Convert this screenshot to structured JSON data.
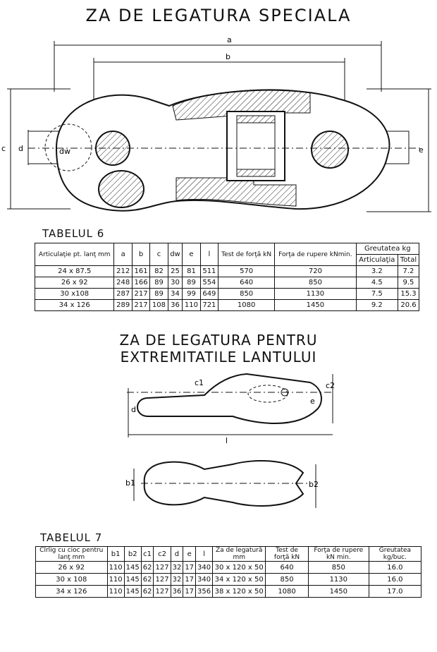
{
  "title_main": "ZA DE LEGATURA SPECIALA",
  "diagram1": {
    "a": "a",
    "b": "b",
    "c": "c",
    "d": "d",
    "e": "e",
    "dw": "dw"
  },
  "table6": {
    "label": "TABELUL 6",
    "headers": {
      "art": "Articulaţie pt. lanţ mm",
      "a": "a",
      "b": "b",
      "c": "c",
      "dw": "dw",
      "e": "e",
      "l": "l",
      "test": "Test de forţă kN",
      "forta": "Forţa de rupere kNmin.",
      "greut": "Greutatea kg",
      "greut_art": "Articulaţia",
      "greut_tot": "Total"
    },
    "rows": [
      [
        "24 x 87.5",
        "212",
        "161",
        "82",
        "25",
        "81",
        "511",
        "570",
        "720",
        "3.2",
        "7.2"
      ],
      [
        "26 x 92",
        "248",
        "166",
        "89",
        "30",
        "89",
        "554",
        "640",
        "850",
        "4.5",
        "9.5"
      ],
      [
        "30 x108",
        "287",
        "217",
        "89",
        "34",
        "99",
        "649",
        "850",
        "1130",
        "7.5",
        "15.3"
      ],
      [
        "34 x 126",
        "289",
        "217",
        "108",
        "36",
        "110",
        "721",
        "1080",
        "1450",
        "9.2",
        "20.6"
      ]
    ]
  },
  "title2_line1": "ZA DE LEGATURA PENTRU",
  "title2_line2": "EXTREMITATILE LANTULUI",
  "diagram2": {
    "c1": "c1",
    "c2": "c2",
    "d": "d",
    "e": "e",
    "l": "l",
    "b1": "b1",
    "b2": "b2"
  },
  "table7": {
    "label": "TABELUL 7",
    "headers": {
      "hook": "Cîrlig cu cioc pentru lanţ mm",
      "b1": "b1",
      "b2": "b2",
      "c1": "c1",
      "c2": "c2",
      "d": "d",
      "e": "e",
      "l": "l",
      "za": "Za de legatură mm",
      "test": "Test de forţă kN",
      "forta": "Forţa de rupere kN min.",
      "greut": "Greutatea kg/buc."
    },
    "rows": [
      [
        "26 x 92",
        "110",
        "145",
        "62",
        "127",
        "32",
        "17",
        "340",
        "30 x 120 x 50",
        "640",
        "850",
        "16.0"
      ],
      [
        "30 x 108",
        "110",
        "145",
        "62",
        "127",
        "32",
        "17",
        "340",
        "34 x 120 x 50",
        "850",
        "1130",
        "16.0"
      ],
      [
        "34 x 126",
        "110",
        "145",
        "62",
        "127",
        "36",
        "17",
        "356",
        "38 x 120 x 50",
        "1080",
        "1450",
        "17.0"
      ]
    ]
  }
}
